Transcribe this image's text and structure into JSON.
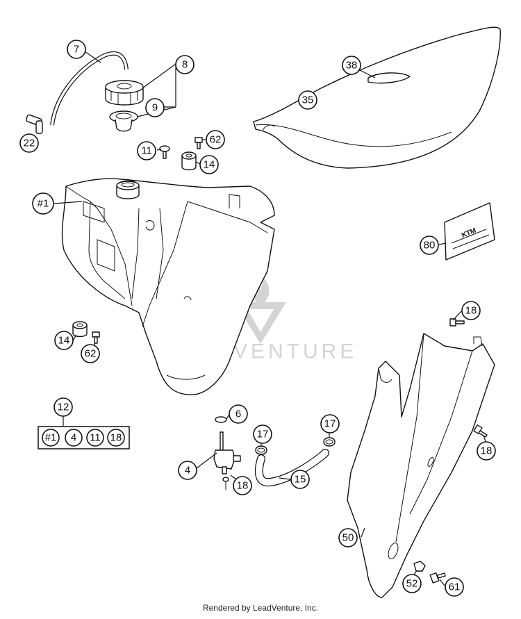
{
  "watermark": {
    "text": "LEADVENTURE"
  },
  "footer": {
    "text": "Rendered by LeadVenture, Inc."
  },
  "callouts": {
    "c7": "7",
    "c8": "8",
    "c9": "9",
    "c22": "22",
    "c38": "38",
    "c35": "35",
    "c11": "11",
    "c62a": "62",
    "c14a": "14",
    "c1": "#1",
    "c80": "80",
    "c18a": "18",
    "c14b": "14",
    "c62b": "62",
    "c12": "12",
    "c6": "6",
    "c17a": "17",
    "c17b": "17",
    "c4": "4",
    "c15": "15",
    "c18b": "18",
    "c18c": "18",
    "c50": "50",
    "c52": "52",
    "c61": "61"
  },
  "kit_box": {
    "items": [
      "#1",
      "4",
      "11",
      "18"
    ]
  }
}
